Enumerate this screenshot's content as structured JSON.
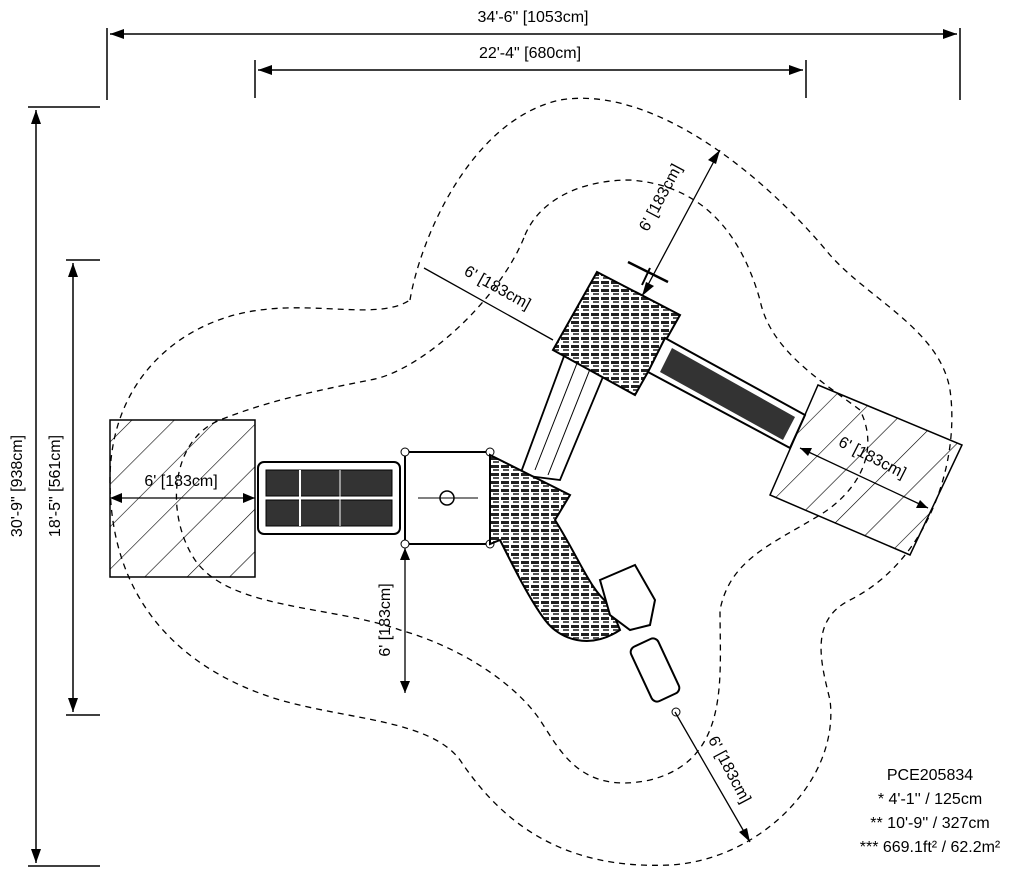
{
  "dimensions": {
    "overall_width": "34'-6\" [1053cm]",
    "inner_width": "22'-4\" [680cm]",
    "overall_height": "30'-9\" [938cm]",
    "inner_height": "18'-5\" [561cm]"
  },
  "clearances": {
    "top": "6' [183cm]",
    "upper_left": "6' [183cm]",
    "left": "6' [183cm]",
    "bottom_left": "6' [183cm]",
    "right": "6' [183cm]",
    "bottom_right": "6' [183cm]"
  },
  "notes": {
    "model": "PCE205834",
    "height_platform": "* 4'-1'' / 125cm",
    "height_overall": "** 10'-9'' / 327cm",
    "area": "*** 669.1ft² / 62.2m²"
  }
}
